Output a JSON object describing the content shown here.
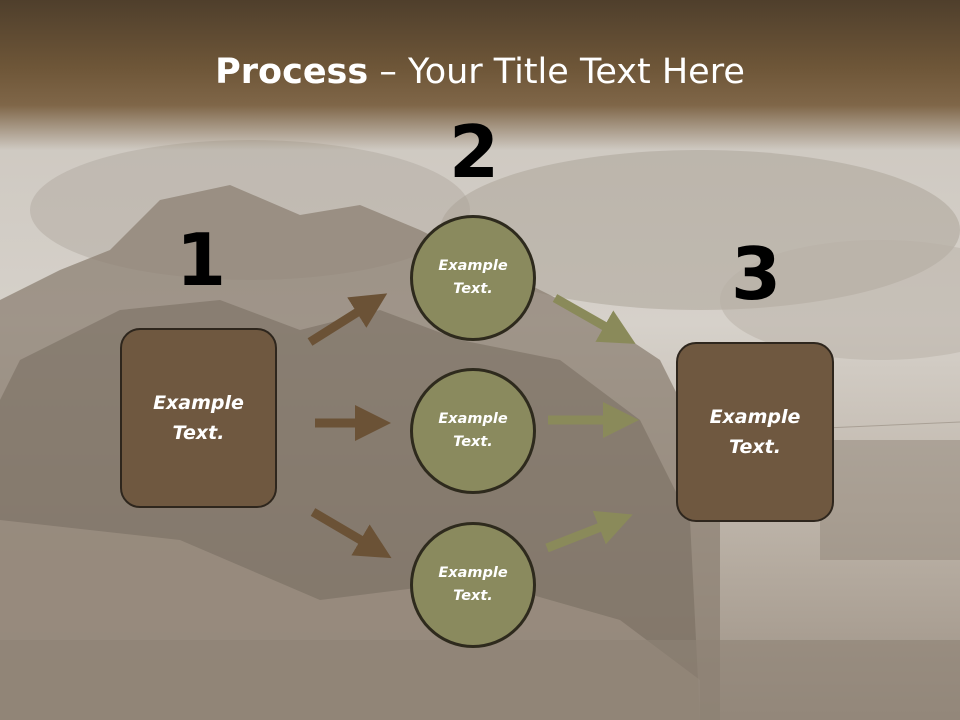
{
  "slide": {
    "title_bold": "Process",
    "title_rest": " – Your Title Text Here"
  },
  "steps": [
    {
      "number": "1",
      "text_line1": "Example",
      "text_line2": "Text."
    },
    {
      "number": "2"
    },
    {
      "number": "3",
      "text_line1": "Example",
      "text_line2": "Text."
    }
  ],
  "circles": [
    {
      "text_line1": "Example",
      "text_line2": "Text."
    },
    {
      "text_line1": "Example",
      "text_line2": "Text."
    },
    {
      "text_line1": "Example",
      "text_line2": "Text."
    }
  ],
  "colors": {
    "title_band": "#6e5638",
    "box_fill": "#6f5840",
    "circle_fill": "#8a8a5e",
    "arrow_left": "#6b5236",
    "arrow_right": "#8a8a5a"
  }
}
